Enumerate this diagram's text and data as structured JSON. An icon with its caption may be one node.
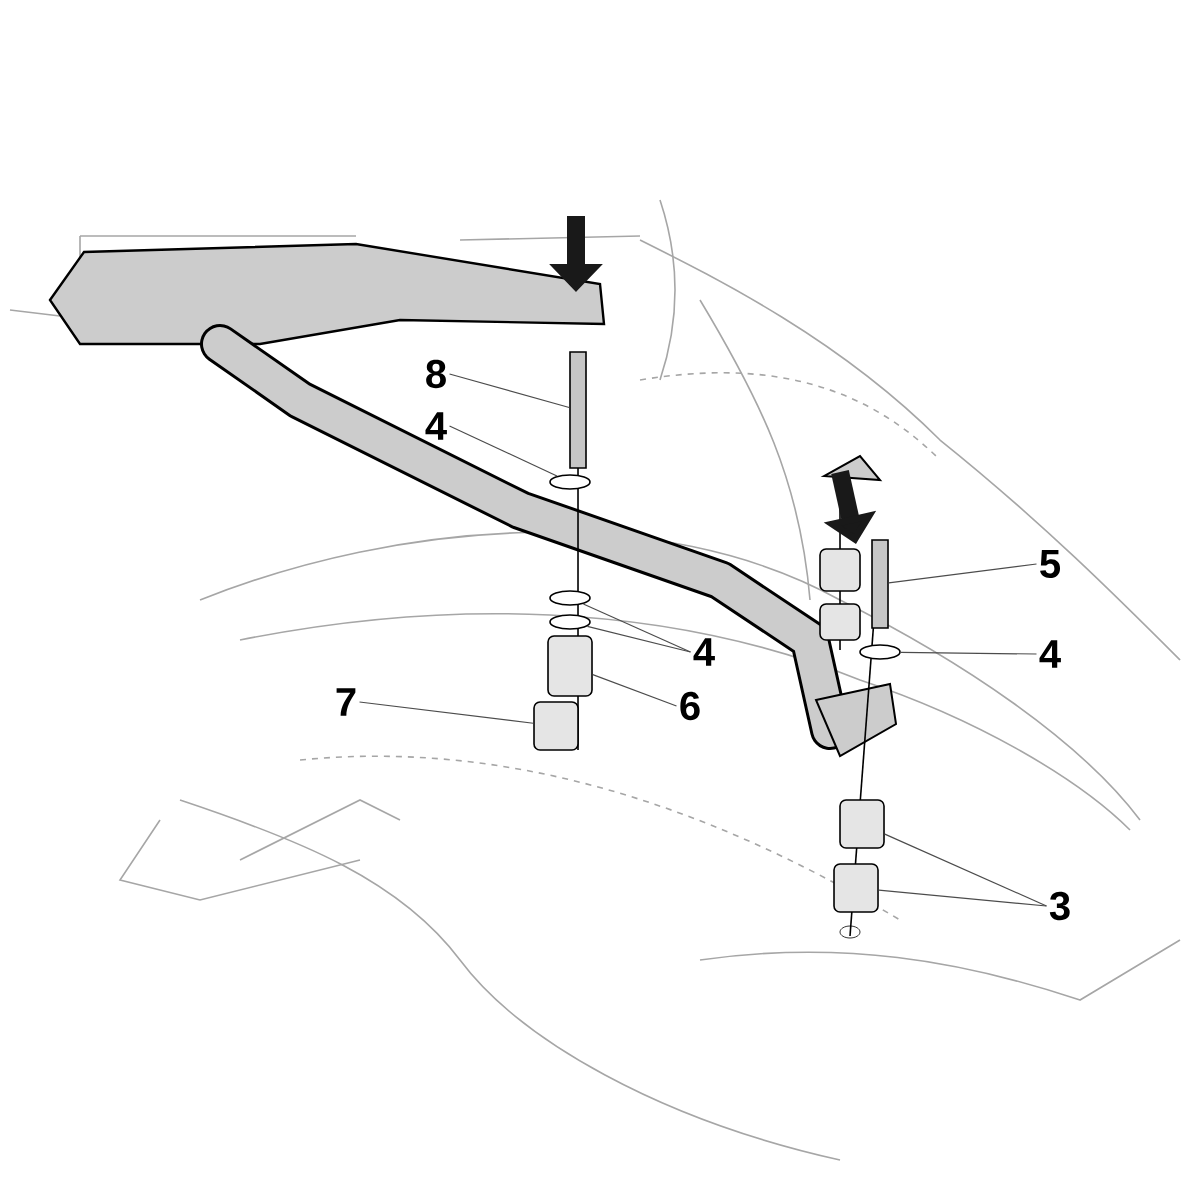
{
  "diagram": {
    "nodes": [
      {
        "text": [
          "8"
        ]
      },
      {
        "text": [
          "4"
        ]
      },
      {
        "text": [
          "4"
        ]
      },
      {
        "text": [
          "6"
        ]
      },
      {
        "text": [
          "7"
        ]
      },
      {
        "text": [
          "5"
        ]
      },
      {
        "text": [
          "4"
        ]
      },
      {
        "text": [
          "3"
        ]
      },
      {
        "text": [],
        "shape": "bolt"
      },
      {
        "text": [],
        "shape": "washer"
      },
      {
        "text": [],
        "shape": "washer"
      },
      {
        "text": [],
        "shape": "washer"
      },
      {
        "text": [],
        "shape": "spacer"
      },
      {
        "text": [],
        "shape": "spacer"
      },
      {
        "text": [],
        "shape": "bolt"
      },
      {
        "text": [],
        "shape": "washer"
      },
      {
        "text": [],
        "shape": "spacer"
      },
      {
        "text": [],
        "shape": "spacer"
      },
      {
        "text": [],
        "shape": "spacer"
      },
      {
        "text": [],
        "shape": "spacer"
      }
    ],
    "edges": [
      {
        "from": 0,
        "to": 8,
        "arrow": "none"
      },
      {
        "from": 1,
        "to": 9,
        "arrow": "none"
      },
      {
        "from": 2,
        "to": 10,
        "arrow": "none"
      },
      {
        "from": 2,
        "to": 11,
        "arrow": "none"
      },
      {
        "from": 3,
        "to": 12,
        "arrow": "none"
      },
      {
        "from": 4,
        "to": 13,
        "arrow": "none"
      },
      {
        "from": 5,
        "to": 14,
        "arrow": "none"
      },
      {
        "from": 6,
        "to": 15,
        "arrow": "none"
      },
      {
        "from": 7,
        "to": 16,
        "arrow": "none"
      },
      {
        "from": 7,
        "to": 17,
        "arrow": "none"
      }
    ]
  }
}
